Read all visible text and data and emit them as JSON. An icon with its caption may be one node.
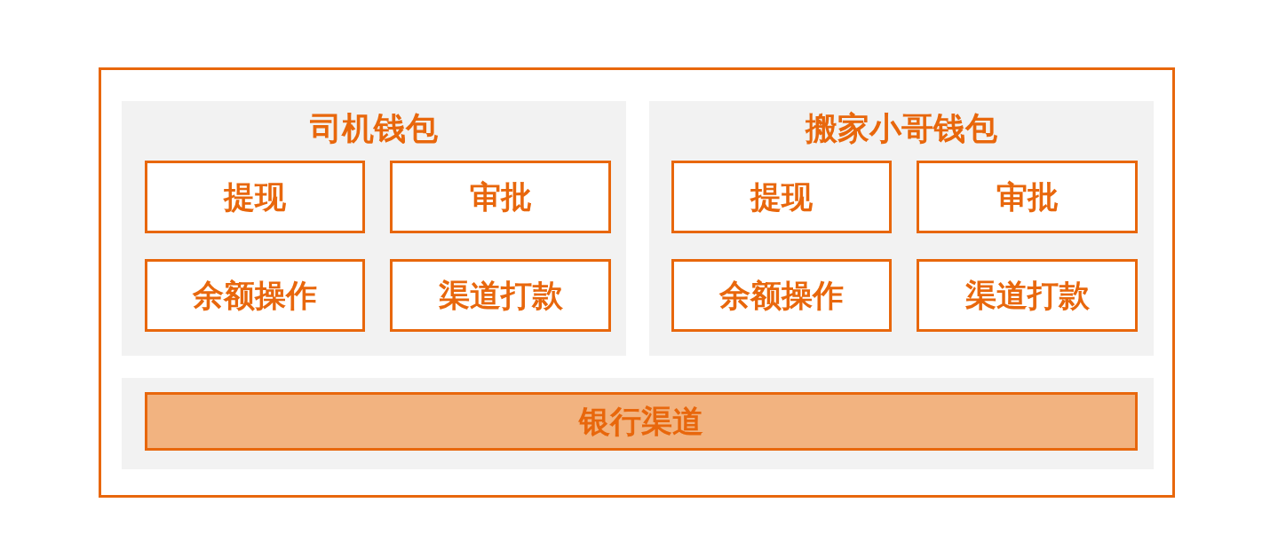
{
  "diagram": {
    "nodes": [
      {
        "text": [],
        "shape": "box"
      },
      {
        "text": [
          "司机钱包"
        ],
        "in": 0
      },
      {
        "text": [
          "提现"
        ],
        "in": 1
      },
      {
        "text": [
          "审批"
        ],
        "in": 1
      },
      {
        "text": [
          "余额操作"
        ],
        "in": 1
      },
      {
        "text": [
          "渠道打款"
        ],
        "in": 1
      },
      {
        "text": [
          "搬家小哥钱包"
        ],
        "in": 0
      },
      {
        "text": [
          "提现"
        ],
        "in": 6
      },
      {
        "text": [
          "审批"
        ],
        "in": 6
      },
      {
        "text": [
          "余额操作"
        ],
        "in": 6
      },
      {
        "text": [
          "渠道打款"
        ],
        "in": 6
      },
      {
        "text": [],
        "shape": "box",
        "in": 0
      },
      {
        "text": [
          "银行渠道"
        ],
        "in": 11
      }
    ]
  }
}
